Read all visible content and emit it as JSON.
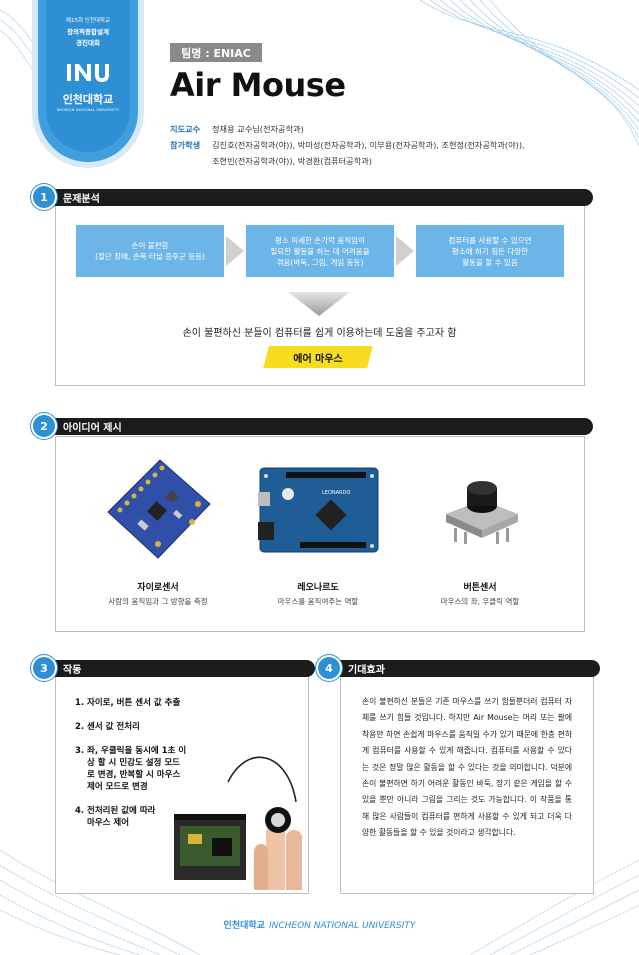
{
  "badge": {
    "line1": "제15회 인천대학교",
    "line2": "창의적종합설계",
    "line3": "경진대회",
    "university": "인천대학교",
    "university_en": "INCHEON NATIONAL UNIVERSITY"
  },
  "header": {
    "team": "팀명 : ENIAC",
    "title": "Air Mouse",
    "advisor_label": "지도교수",
    "advisor": "정재용 교수님(전자공학과)",
    "students_label": "참가학생",
    "students_line1": "김진호(전자공학과(야)), 박미성(전자공학과), 이부용(전자공학과), 조현정(전자공학과(야)),",
    "students_line2": "조현빈(전자공학과(야)), 박경환(컴퓨터공학과)"
  },
  "section1": {
    "number": "1",
    "title": "문제분석",
    "flow": [
      {
        "line1": "손이 불편함",
        "line2": "(절단 장애, 손목 터널 증후군 등등)",
        "line3": ""
      },
      {
        "line1": "평소 미세한 손가락 움직임이",
        "line2": "필요한 활동을 하는 데 어려움을",
        "line3": "겪음(바둑, 그림, 게임 등등)"
      },
      {
        "line1": "컴퓨터를 사용할 수 있으면",
        "line2": "평소에 하기 힘든 다양한",
        "line3": "활동을 할 수 있음"
      }
    ],
    "summary": "손이 불편하신 분들이 컴퓨터를 쉽게 이용하는데 도움을 주고자 함",
    "highlight": "에어 마우스"
  },
  "section2": {
    "number": "2",
    "title": "아이디어 제시",
    "components": [
      {
        "name": "자이로센서",
        "desc": "사람의 움직임과 그 방향을 측정"
      },
      {
        "name": "레오나르도",
        "desc": "마우스를 움직여주는 역할"
      },
      {
        "name": "버튼센서",
        "desc": "마우스의 좌, 우클릭 역할"
      }
    ],
    "board_label": "LEONARDO"
  },
  "section3": {
    "number": "3",
    "title": "작동",
    "steps": [
      {
        "n": "1.",
        "text": "자이로, 버튼 센서 값 추출"
      },
      {
        "n": "2.",
        "text": "센서 값 전처리"
      },
      {
        "n": "3.",
        "text": "좌, 우클릭을 동시에 1초 이상 할 시 민감도 설정 모드로 변경, 반복할 시 마우스 제어 모드로 변경"
      },
      {
        "n": "4.",
        "text": "전처리된 값에 따라 마우스 제어"
      }
    ]
  },
  "section4": {
    "number": "4",
    "title": "기대효과",
    "text": "손이 불편하신 분들은 기존 마우스를 쓰기 힘들뿐더러 컴퓨터 자체를 쓰기 힘들 것입니다. 하지만 Air Mouse는 머리 또는 팔에 착용만 하면 손쉽게 마우스를 움직일 수가 있기 때문에 한층 편하게 컴퓨터를 사용할 수 있게 해줍니다. 컴퓨터를 사용할 수 있다는 것은 정말 많은 활동을 할 수 있다는 것을 의미합니다. 덕분에 손이 불편하면 하기 어려운 활동인 바둑, 장기 같은 게임을 할 수 있을 뿐만 아니라 그림을 그리는 것도 가능합니다. 이 작품을 통해 많은 사람들이 컴퓨터를 편하게 사용할 수 있게 되고 더욱 다양한 활동들을 할 수 있을 것이라고 생각합니다."
  },
  "footer": {
    "kr": "인천대학교",
    "en": "INCHEON NATIONAL UNIVERSITY"
  },
  "colors": {
    "accent": "#2f8fd4",
    "flow_box": "#6cb5e8",
    "highlight": "#f7dc1f",
    "bar": "#1c1c1c"
  }
}
